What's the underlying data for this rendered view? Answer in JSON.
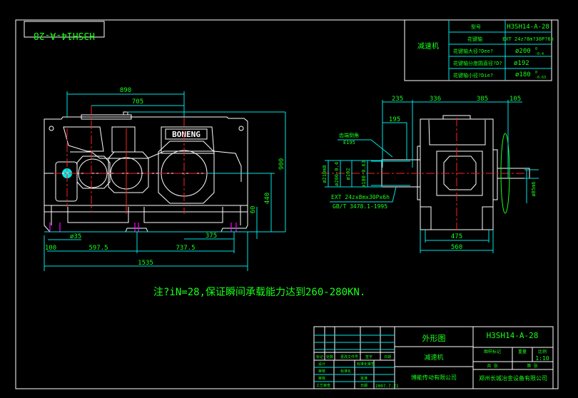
{
  "drawing_number": "H3SH14-A-28",
  "spec_table": {
    "title": "减速机",
    "rows": [
      {
        "label": "型号",
        "value": "H3SH14-A-28"
      },
      {
        "label": "花键轴",
        "value": "EXT 24z?8m?30P?6h"
      },
      {
        "label": "花键轴大径?Dee?",
        "value": "ø200",
        "tol_upper": "0",
        "tol_lower": "-0.4"
      },
      {
        "label": "花键轴分度圆直径?D?",
        "value": "ø192"
      },
      {
        "label": "花键轴小径?Die?",
        "value": "ø180",
        "tol_upper": "0",
        "tol_lower": "-0.63"
      }
    ]
  },
  "front_view": {
    "brand": "BONENG",
    "dims": {
      "d890": "890",
      "d705": "705",
      "d900": "900",
      "d440": "440",
      "d60": "60",
      "d35": "ø35",
      "d375": "375",
      "d100": "100",
      "d597": "597.5",
      "d737": "737.5",
      "d1535": "1535"
    }
  },
  "side_view": {
    "dims": {
      "d235": "235",
      "d336": "336",
      "d385": "385",
      "d105": "105",
      "d195": "195",
      "d210": "ø210m8",
      "d200": "ø200-0.4",
      "d192": "ø192",
      "d180": "ø180-0.63",
      "d85": "ø85m6",
      "d475": "475",
      "d560": "560"
    },
    "callout_1": "齿端倒角",
    "callout_2": "E195",
    "spline_1": "EXT 24zx8mx30Px6h",
    "spline_2": "GB/T 3478.1-1995"
  },
  "note": "注?iN=28,保证瞬间承载能力达到260-280KN.",
  "title_block": {
    "drawing_name": "外形图",
    "product": "减速机",
    "code": "H3SH14-A-28",
    "company_left": "博能传动有限公司",
    "company_right": "郑州长城冶金设备有限公司",
    "stage_mark": "图样标记",
    "weight": "重量",
    "scale_label": "比例",
    "scale": "1:10",
    "sheets_total": "共  张",
    "sheet_no": "第  张",
    "rev_headers": [
      "标记",
      "处数",
      "更改文件号",
      "签字",
      "日期"
    ],
    "roles": [
      "设计",
      "审核",
      "审核",
      "工艺审查"
    ],
    "standard": "标准化审查",
    "approve": "批准",
    "stdize": "标准化",
    "date_label": "日期",
    "date": "2007.7.21"
  }
}
